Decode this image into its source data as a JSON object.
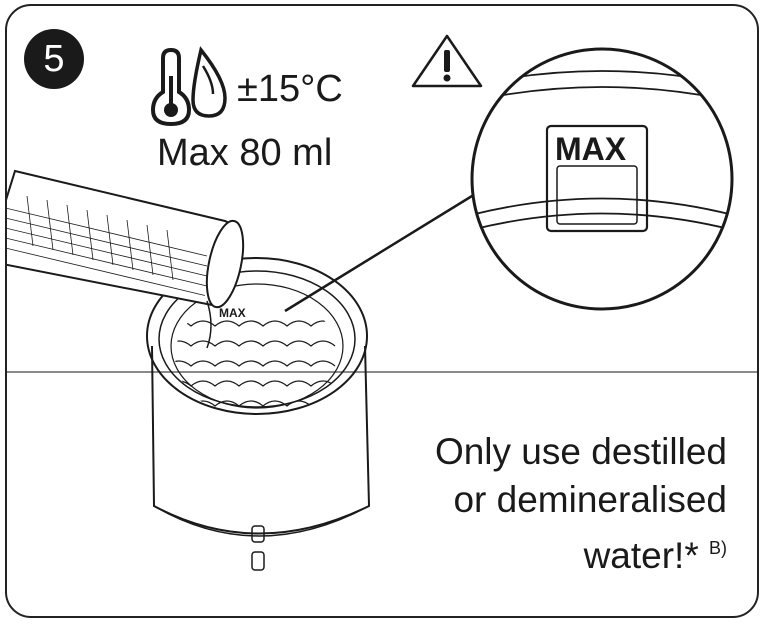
{
  "step": {
    "number": "5"
  },
  "specs": {
    "temperature": "±15°C",
    "volume": "Max 80 ml"
  },
  "labels": {
    "max_zoom": "MAX",
    "max_small": "MAX"
  },
  "note": {
    "line1": "Only use destilled",
    "line2": "or demineralised",
    "line3": "water!*",
    "footnote": "B)"
  },
  "icons": [
    "thermometer-icon",
    "water-drop-icon",
    "warning-icon"
  ],
  "colors": {
    "ink": "#1a1a1a",
    "paper": "#ffffff"
  }
}
